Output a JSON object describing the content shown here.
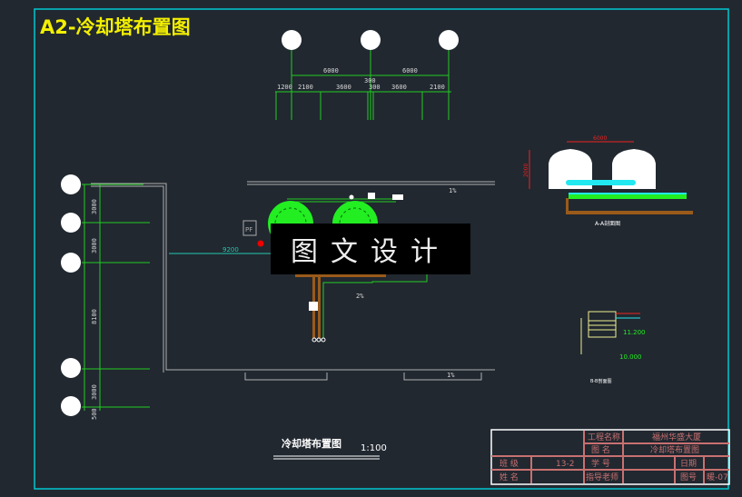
{
  "drawing": {
    "title": "A2-冷却塔布置图",
    "watermark": "图文设计",
    "plan_title": "冷却塔布置图",
    "plan_scale": "1:100",
    "top_dimensions": {
      "overall": [
        "6000",
        "6000"
      ],
      "detail": [
        "1200",
        "2100",
        "3600",
        "300",
        "300",
        "3600",
        "2100"
      ]
    },
    "left_dimensions": [
      "3000",
      "3000",
      "8100",
      "3000",
      "500"
    ],
    "labels": {
      "slope_top": "1%",
      "slope_mid": "2%",
      "slope_bottom": "1%",
      "pipe_length": "9200",
      "equipment_tag": "PF"
    },
    "section_a": {
      "label": "A-A剖面图",
      "width_dim": "6000",
      "height_dim": "2000"
    },
    "section_b": {
      "label": "B-B剖面图",
      "elev_upper": "11.200",
      "elev_lower": "10.000"
    }
  },
  "title_block": {
    "project_name_label": "工程名称",
    "project_name": "福州华盛大厦",
    "drawing_name_label": "图 名",
    "drawing_name": "冷却塔布置图",
    "class_label": "班 级",
    "class_value": "13-2",
    "student_id_label": "学 号",
    "date_label": "日期",
    "name_label": "姓 名",
    "advisor_label": "指导老师",
    "drawing_no_label": "图号",
    "drawing_no": "暖-07"
  },
  "colors": {
    "background": "#212830",
    "frame": "#00c8d0",
    "dimension": "#22cc22",
    "title": "#f4f000",
    "title_block": "#c87070",
    "pipe_brown": "#9a5a1a",
    "tower_green": "#22ee22"
  }
}
